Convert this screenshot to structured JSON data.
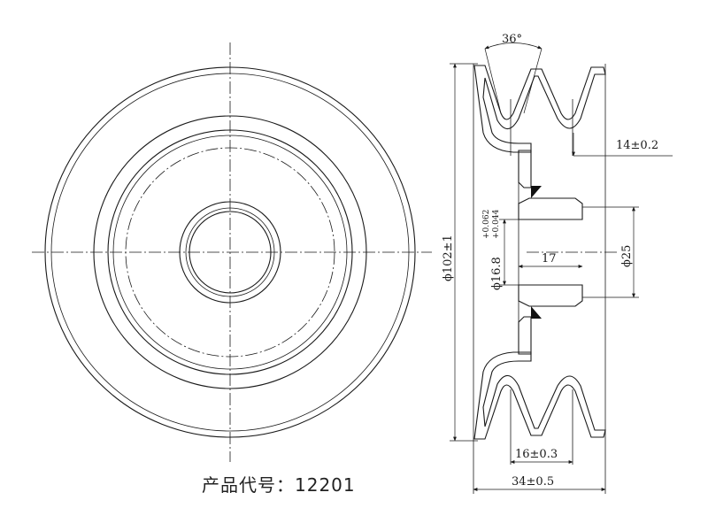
{
  "caption": {
    "label": "产品代号：",
    "code": "12201"
  },
  "dimensions": {
    "angle": "36°",
    "groove_depth": "14±0.2",
    "outer_diameter": "ϕ102±1",
    "bore_diameter": "ϕ16.8",
    "bore_tol_upper": "+0.062",
    "bore_tol_lower": "+0.044",
    "hub_length": "17",
    "hub_diameter": "ϕ25",
    "groove_pitch": "16±0.3",
    "total_width": "34±0.5"
  }
}
